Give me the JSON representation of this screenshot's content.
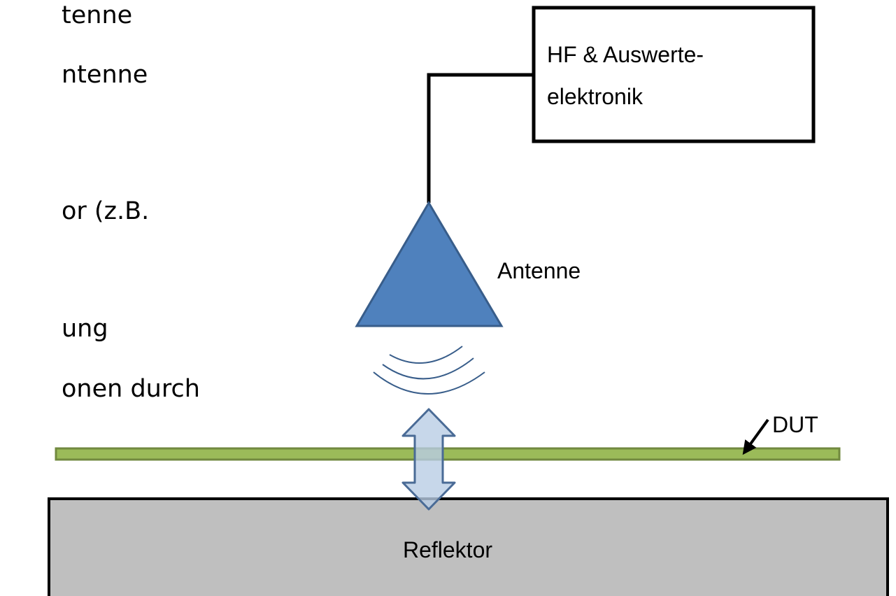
{
  "slide": {
    "bullet_fragments": [
      "tenne",
      "ntenne",
      "or (z.B.",
      "ung",
      "onen durch"
    ]
  },
  "diagram": {
    "box_label_line1": "HF & Auswerte-",
    "box_label_line2": "elektronik",
    "antenna_label": "Antenne",
    "dut_label": "DUT",
    "reflector_label": "Reflektor",
    "colors": {
      "antenna_fill": "#4F81BD",
      "antenna_stroke": "#385D8A",
      "dut_fill": "#9BBB59",
      "dut_stroke": "#71893F",
      "arrow_fill": "#B9CDE5",
      "arrow_stroke": "#4A6B96",
      "reflector_fill": "#BFBFBF",
      "line": "#000000"
    }
  }
}
